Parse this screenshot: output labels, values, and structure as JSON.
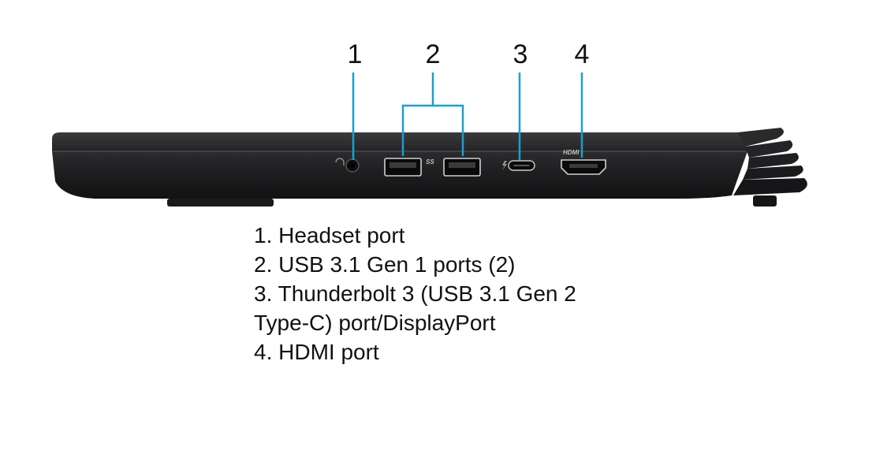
{
  "callouts": [
    "1",
    "2",
    "3",
    "4"
  ],
  "port_labels": {
    "usb_logo": "SS",
    "hdmi_logo": "HDMI"
  },
  "legend": [
    "1. Headset port",
    "2. USB 3.1 Gen 1 ports (2)",
    "3. Thunderbolt 3 (USB 3.1 Gen 2",
    "Type-C) port/DisplayPort",
    "4. HDMI port"
  ],
  "colors": {
    "callout_line": "#1a9fd0",
    "chassis": "#1c1c1e",
    "background": "#ffffff"
  }
}
